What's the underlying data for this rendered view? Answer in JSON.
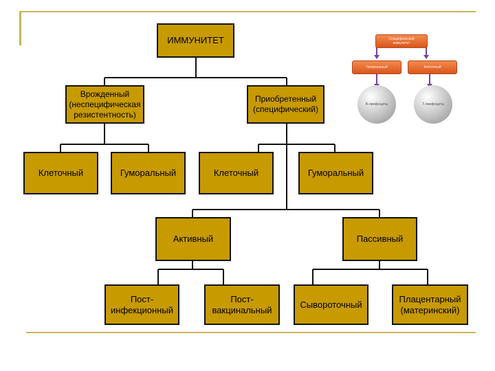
{
  "nodes": {
    "root": "ИММУНИТЕТ",
    "innate": "Врожденный\n(неспецифическая\nрезистентность)",
    "acquired": "Приобретенный\n(специфический)",
    "innate_cellular": "Клеточный",
    "innate_humoral": "Гуморальный",
    "acq_cellular": "Клеточный",
    "acq_humoral": "Гуморальный",
    "active": "Активный",
    "passive": "Пассивный",
    "post_infectious": "Пост-\nинфекционный",
    "post_vaccinal": "Пост-\nвакцинальный",
    "serum": "Сывороточный",
    "placental": "Плацентарный\n(материнский)"
  },
  "mini_diagram": {
    "top": "Специфический\nиммунитет",
    "left": "Гуморальный",
    "right": "Клеточный",
    "left_sphere": "В-лимфоциты",
    "right_sphere": "Т-лимфоциты"
  },
  "colors": {
    "box_fill": "#c79a00",
    "border": "#111111",
    "frame": "#c8b45a",
    "mini_box": "#e8662a",
    "mini_arrow": "#7a3fa0"
  }
}
